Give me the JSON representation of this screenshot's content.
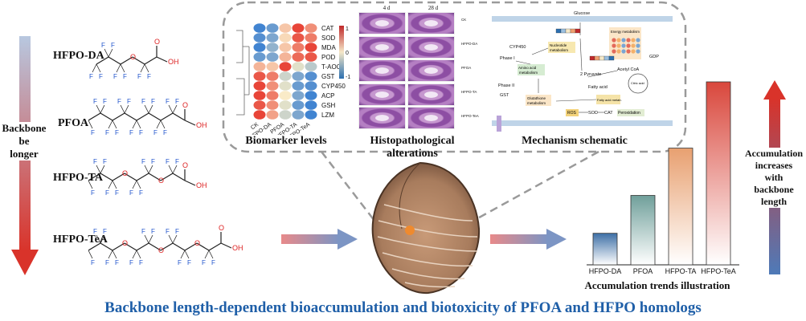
{
  "title": "Backbone length-dependent bioaccumulation and biotoxicity of PFOA and HFPO homologs",
  "left_arrow_text": [
    "Backbone",
    "be",
    "longer"
  ],
  "compounds": [
    {
      "name": "HFPO-DA"
    },
    {
      "name": "PFOA"
    },
    {
      "name": "HFPO-TA"
    },
    {
      "name": "HFPO-TeA"
    }
  ],
  "atoms": {
    "F": "F",
    "O": "O",
    "OH": "OH"
  },
  "panels": {
    "biomarker": {
      "caption": "Biomarker levels",
      "rows": [
        "CAT",
        "SOD",
        "MDA",
        "POD",
        "T-AOC",
        "GST",
        "CYP450",
        "ACP",
        "GSH",
        "LZM"
      ],
      "cols": [
        "CK",
        "HFPO-DA",
        "PFOA",
        "HFPO-TA",
        "HFPO-TeA"
      ],
      "scale_labels": [
        "1",
        "0",
        "-1"
      ],
      "values": [
        [
          -0.9,
          -0.7,
          0.2,
          0.9,
          0.5
        ],
        [
          -0.8,
          -0.6,
          0.1,
          0.8,
          0.6
        ],
        [
          -0.9,
          -0.5,
          0.2,
          0.6,
          0.9
        ],
        [
          -0.7,
          -0.6,
          0.3,
          0.7,
          0.8
        ],
        [
          0.3,
          0.2,
          0.9,
          -0.1,
          -0.3
        ],
        [
          0.8,
          0.6,
          -0.2,
          -0.6,
          -0.8
        ],
        [
          0.9,
          0.5,
          -0.1,
          -0.7,
          -0.8
        ],
        [
          0.9,
          0.6,
          0.0,
          -0.6,
          -0.9
        ],
        [
          0.8,
          0.5,
          -0.1,
          -0.7,
          -0.9
        ],
        [
          0.9,
          0.4,
          -0.2,
          -0.6,
          -0.9
        ]
      ]
    },
    "histo": {
      "caption": "Histopathological alterations",
      "time_labels": [
        "4 d",
        "28 d"
      ]
    },
    "mechanism": {
      "caption": "Mechanism schematic",
      "row_labels": [
        "CK",
        "HFPO-DA",
        "PFOA",
        "HFPO-TA",
        "HFPO-TeA"
      ],
      "nodes": [
        "Glucose",
        "Phase I",
        "Phase II",
        "CYP450",
        "GST",
        "Amino acid metabolism",
        "Nucleotide metabolism",
        "Energy metabolism",
        "Glutathione metabolism",
        "Fatty acid metabolism",
        "2 Pyruvate",
        "Acetyl CoA",
        "Citric acid cycle",
        "Fatty acid",
        "ROS",
        "SOD",
        "CAT",
        "Peroxidation",
        "GDP"
      ]
    }
  },
  "accumulation": {
    "caption": "Accumulation trends illustration",
    "categories": [
      "HFPO-DA",
      "PFOA",
      "HFPO-TA",
      "HFPO-TeA"
    ],
    "values": [
      1,
      2.2,
      3.7,
      5.8
    ],
    "colors": [
      "#3d6fa6",
      "#6f9f9a",
      "#e8a070",
      "#d9473c"
    ]
  },
  "right_arrow_text": [
    "Accumulation",
    "increases",
    "with",
    "backbone",
    "length"
  ]
}
